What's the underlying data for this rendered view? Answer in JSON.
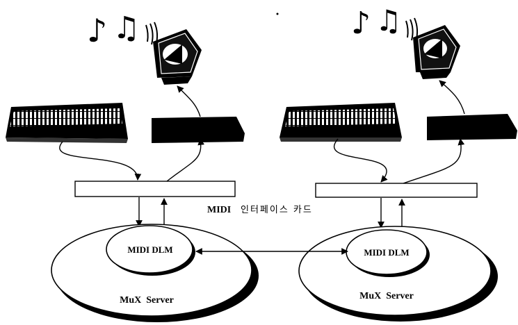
{
  "caption": {
    "midi": "MIDI",
    "interface_card": "인터페이스 카드"
  },
  "nodes": [
    {
      "id": "left",
      "dlm_label": "MIDI DLM",
      "server_label": "MuX  Server"
    },
    {
      "id": "right",
      "dlm_label": "MIDI DLM",
      "server_label": "MuX  Server"
    }
  ],
  "icons": {
    "music_notes": "music-notes-icon",
    "speaker": "speaker-icon",
    "keyboard": "midi-keyboard-icon",
    "sound_module": "sound-module-icon"
  },
  "colors": {
    "ink": "#000000",
    "paper": "#ffffff"
  }
}
